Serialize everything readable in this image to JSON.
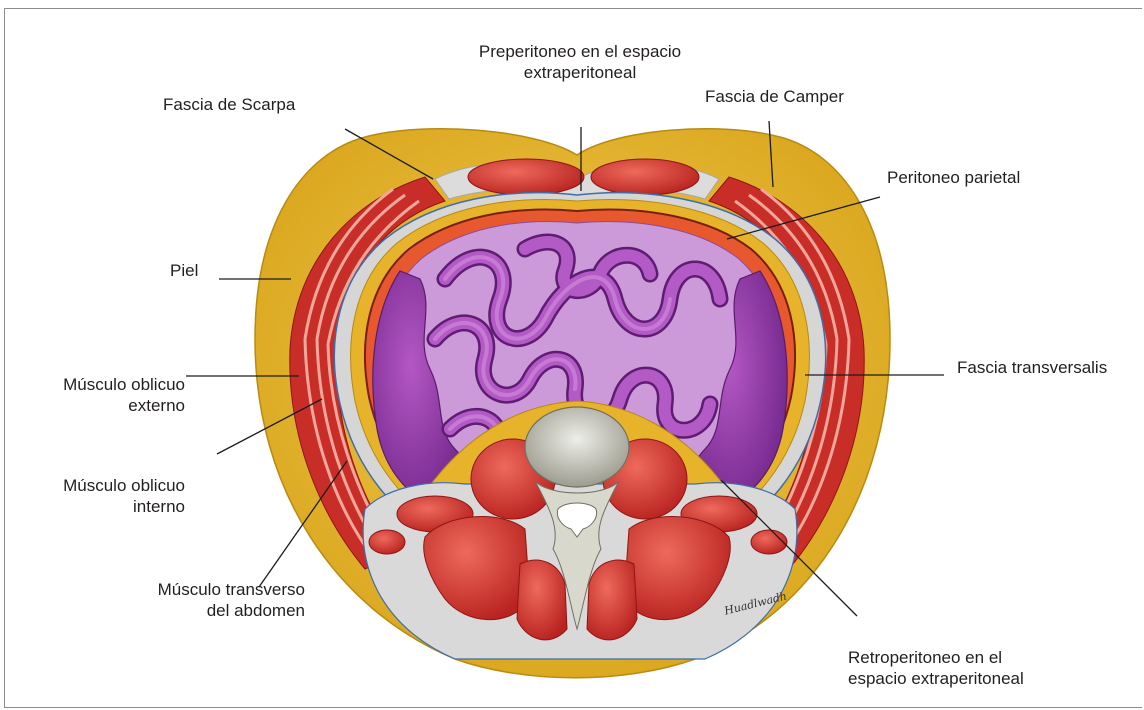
{
  "labels": {
    "preperitoneo_line1": "Preperitoneo en el espacio",
    "preperitoneo_line2": "extraperitoneal",
    "scarpa": "Fascia de Scarpa",
    "camper": "Fascia de Camper",
    "peritoneo_parietal": "Peritoneo parietal",
    "piel": "Piel",
    "fascia_transversalis": "Fascia transversalis",
    "oblicuo_externo_line1": "Músculo oblicuo",
    "oblicuo_externo_line2": "externo",
    "oblicuo_interno_line1": "Músculo oblicuo",
    "oblicuo_interno_line2": "interno",
    "transverso_line1": "Músculo transverso",
    "transverso_line2": "del abdomen",
    "retroperitoneo_line1": "Retroperitoneo en el",
    "retroperitoneo_line2": "espacio extraperitoneal"
  },
  "signature": "Huadlwadh",
  "colors": {
    "skin_fat": "#e7b62a",
    "muscle": "#d1332e",
    "muscle_light": "#e2554a",
    "peritoneum": "#e8582e",
    "intestine": "#a848b8",
    "intestine_dark": "#7a2a92",
    "cavity": "#cc9ad8",
    "vertebra": "#cfcfc0",
    "fascia_gray": "#d9d9d9"
  }
}
